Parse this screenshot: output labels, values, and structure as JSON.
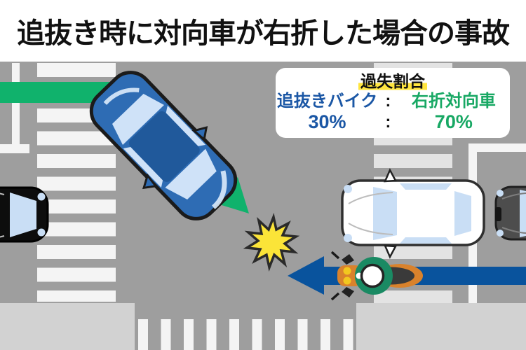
{
  "title": "追抜き時に対向車が右折した場合の事故",
  "fault_box": {
    "heading": "過失割合",
    "separator": ":",
    "left": {
      "label": "追抜きバイク",
      "value": "30%"
    },
    "right": {
      "label": "右折対向車",
      "value": "70%"
    }
  },
  "icons": {
    "collision": "burst-star"
  },
  "colors": {
    "bike_text": "#1b57a5",
    "car_text": "#18a864",
    "heading_highlight": "#ffe53e",
    "turn_arrow": "#10b26c",
    "bike_arrow": "#09539d",
    "collision_star": "#fbe438",
    "road": "#9e9e9e"
  }
}
